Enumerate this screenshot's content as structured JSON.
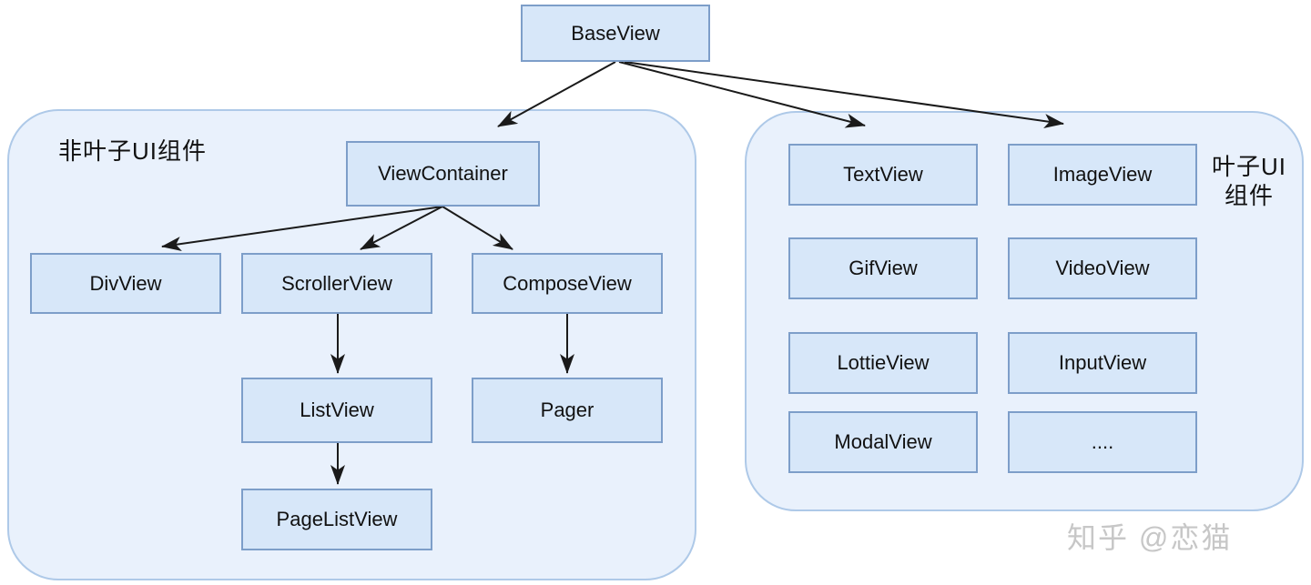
{
  "diagram": {
    "root": {
      "label": "BaseView"
    },
    "groups": {
      "nonleaf": {
        "label": "非叶子UI组件",
        "nodes": {
          "viewcontainer": "ViewContainer",
          "divview": "DivView",
          "scrollerview": "ScrollerView",
          "composeview": "ComposeView",
          "listview": "ListView",
          "pager": "Pager",
          "pagelistview": "PageListView"
        }
      },
      "leaf": {
        "label_line1": "叶子UI",
        "label_line2": "组件",
        "nodes": {
          "textview": "TextView",
          "imageview": "ImageView",
          "gifview": "GifView",
          "videoview": "VideoView",
          "lottieview": "LottieView",
          "inputview": "InputView",
          "modalview": "ModalView",
          "more": "...."
        }
      }
    },
    "edges": [
      {
        "from": "BaseView",
        "to": "ViewContainer"
      },
      {
        "from": "BaseView",
        "to": "TextView"
      },
      {
        "from": "BaseView",
        "to": "ImageView"
      },
      {
        "from": "ViewContainer",
        "to": "DivView"
      },
      {
        "from": "ViewContainer",
        "to": "ScrollerView"
      },
      {
        "from": "ViewContainer",
        "to": "ComposeView"
      },
      {
        "from": "ScrollerView",
        "to": "ListView"
      },
      {
        "from": "ComposeView",
        "to": "Pager"
      },
      {
        "from": "ListView",
        "to": "PageListView"
      }
    ]
  },
  "colors": {
    "node_fill": "#d7e7f9",
    "node_border": "#7d9ec9",
    "group_fill": "#e9f1fc",
    "group_border": "#aec9e8",
    "edge": "#1a1a1a",
    "text": "#111111",
    "watermark": "#c7c7c7"
  },
  "watermark": "知乎 @恋猫"
}
